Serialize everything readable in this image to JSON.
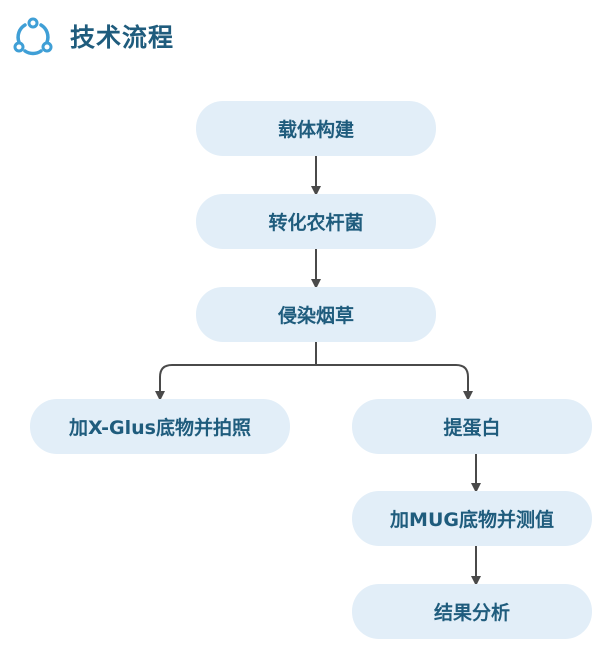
{
  "header": {
    "title": "技术流程",
    "icon": "cycle-icon",
    "accent_color": "#3f9fd6",
    "title_color": "#1f5c7d"
  },
  "nodes": {
    "construct": "载体构建",
    "transform": "转化农杆菌",
    "infect": "侵染烟草",
    "xgluc": "加X-Glus底物并拍照",
    "extract": "提蛋白",
    "mug": "加MUG底物并测值",
    "analysis": "结果分析"
  },
  "colors": {
    "node_fill": "#e2eef8",
    "node_text": "#1f5c7d",
    "connector": "#4a4a4a"
  }
}
